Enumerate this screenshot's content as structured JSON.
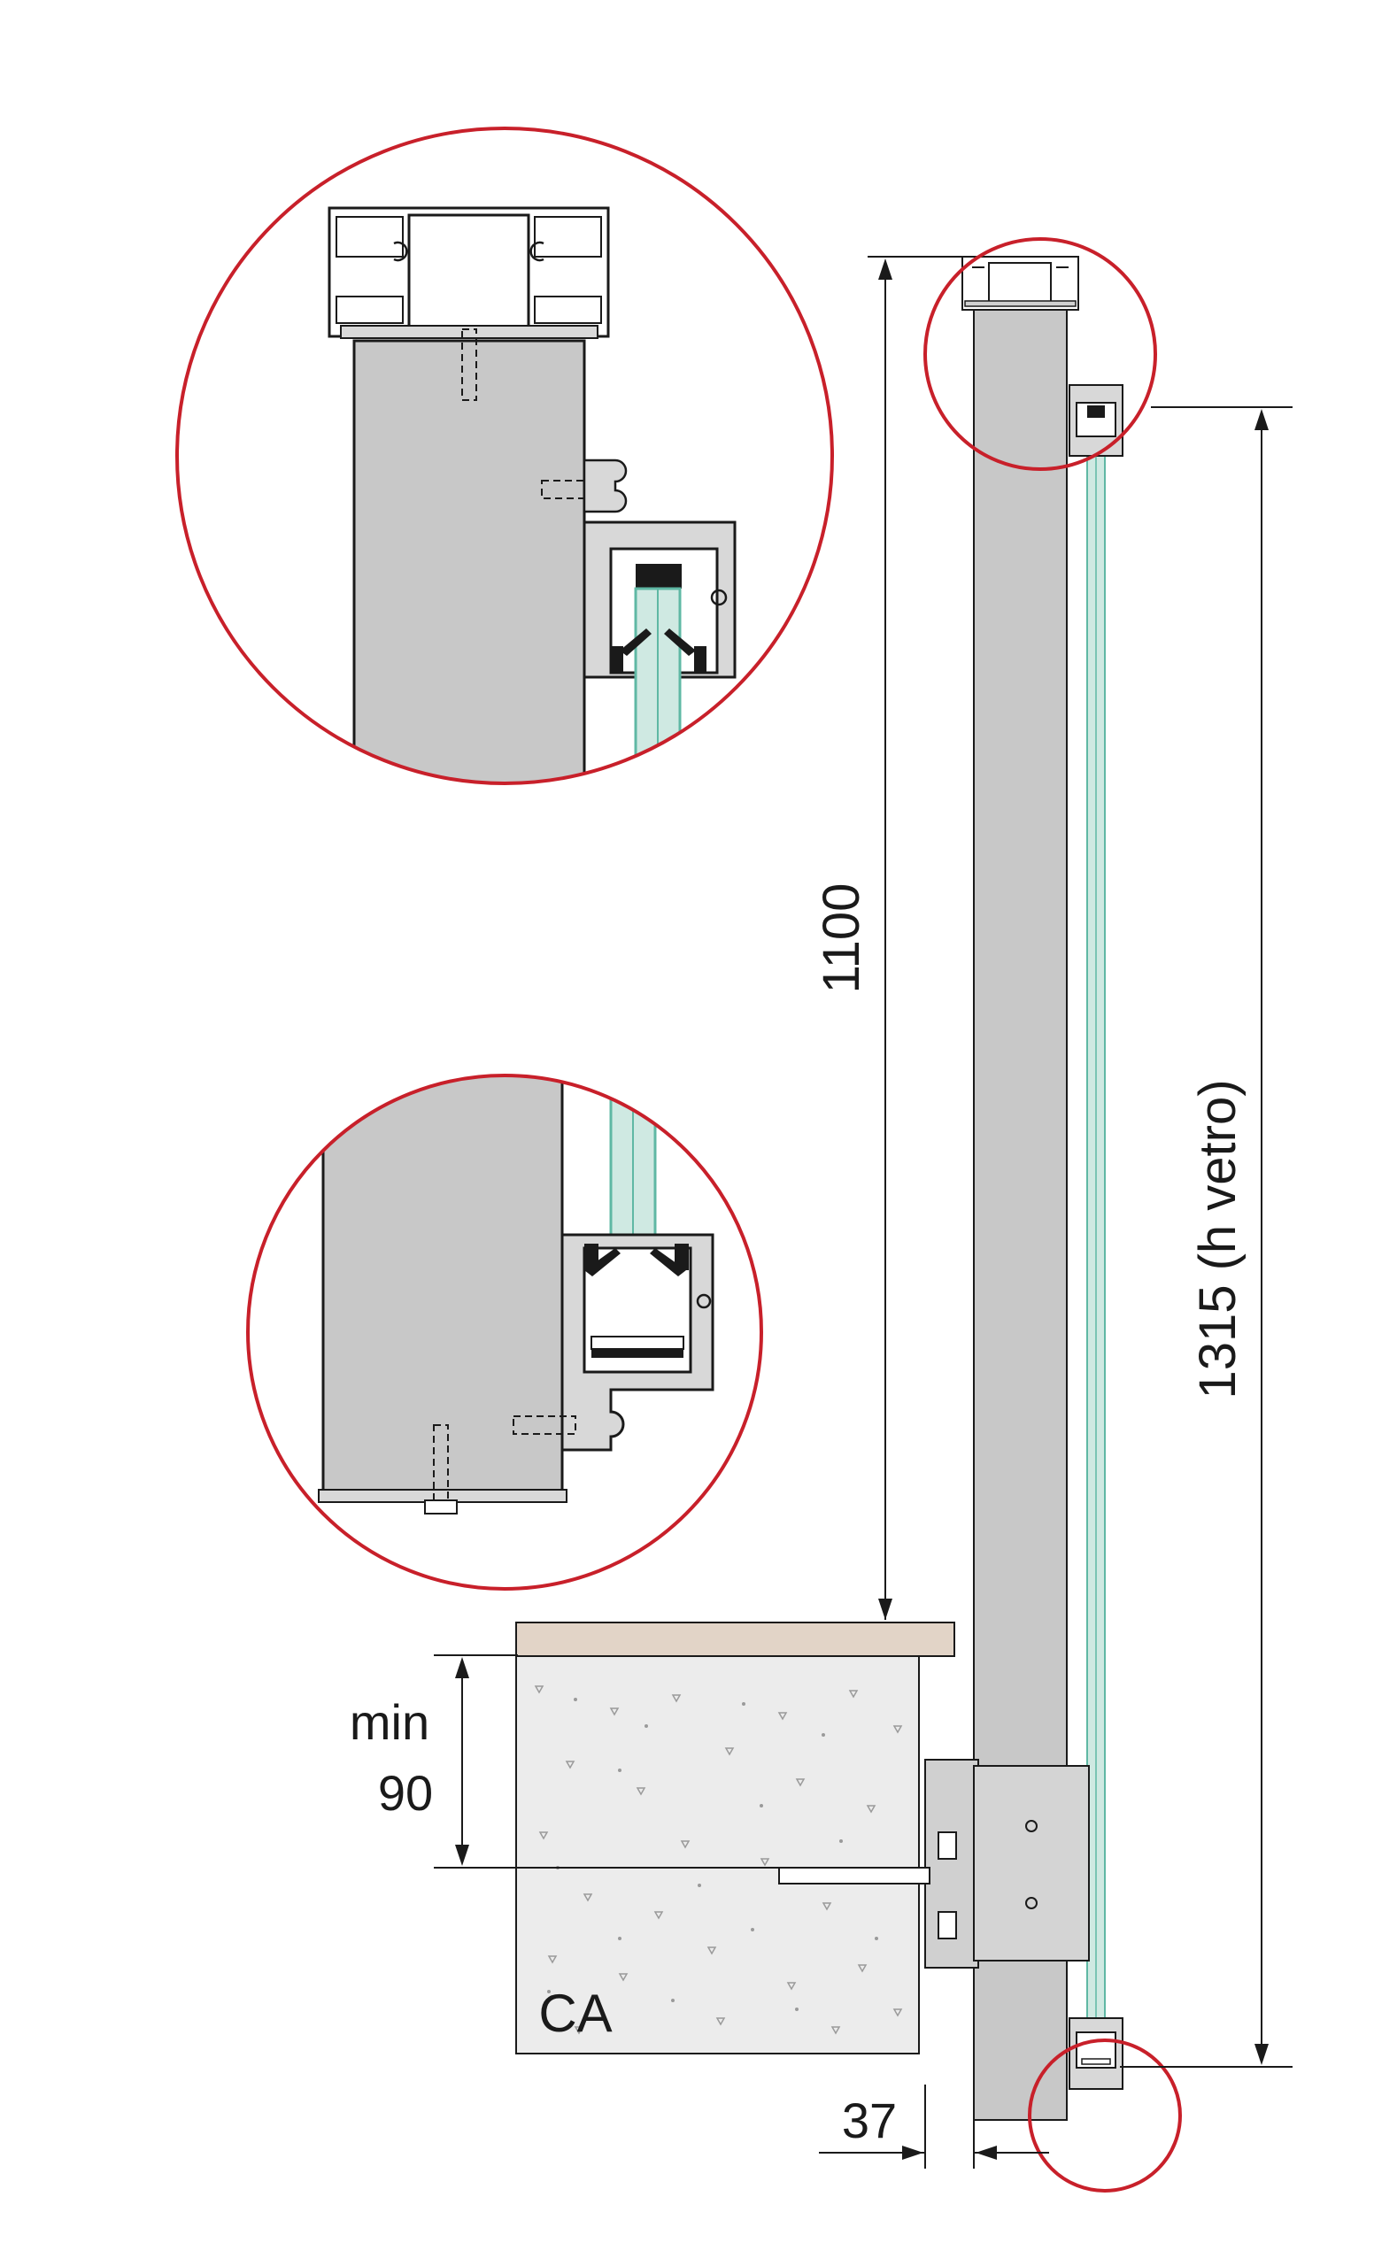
{
  "dimensions": {
    "height_total": "1100",
    "glass_height": "1315  (h vetro)",
    "min_label": "min",
    "min_value": "90",
    "offset": "37"
  },
  "labels": {
    "substrate": "CA"
  },
  "colors": {
    "detail_circle": "#c8202a",
    "profile_grey": "#c8c8c8",
    "glass": "#cfe9e2",
    "glass_edge": "#5fb8a4",
    "concrete": "#ececec",
    "finish_layer": "#e2d4c7",
    "line": "#1a1a1a"
  }
}
